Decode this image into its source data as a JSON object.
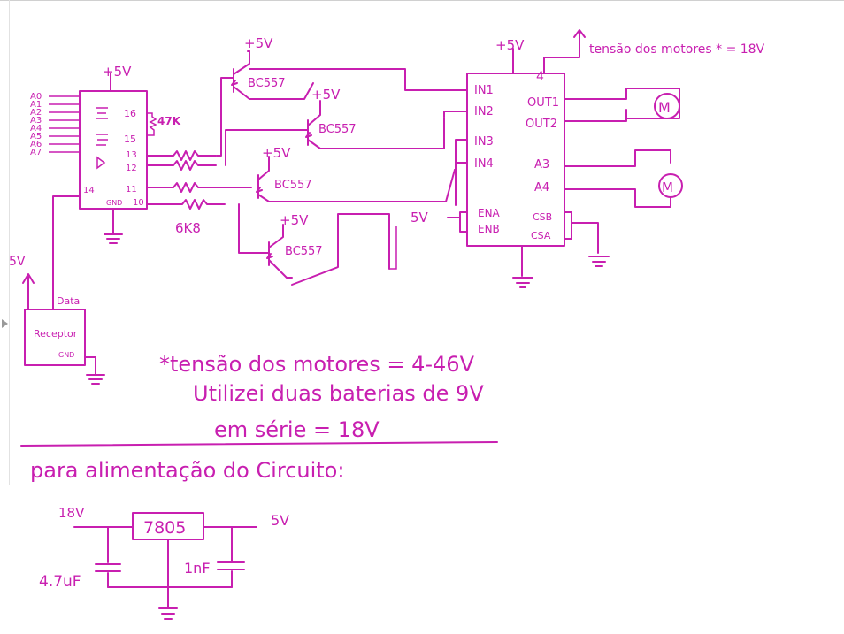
{
  "decoder": {
    "supply": "+5V",
    "address_pins": [
      "A0",
      "A1",
      "A2",
      "A3",
      "A4",
      "A5",
      "A6",
      "A7"
    ],
    "pin_labels": [
      "16",
      "15",
      "13",
      "12",
      "11",
      "10",
      "14"
    ],
    "gnd_label": "GND",
    "resistor_top": "47K",
    "resistor_base": "6K8"
  },
  "transistors": [
    {
      "supply": "+5V",
      "label": "BC557"
    },
    {
      "supply": "+5V",
      "label": "BC557"
    },
    {
      "supply": "+5V",
      "label": "BC557"
    },
    {
      "supply": "+5V",
      "label": "BC557"
    }
  ],
  "driver": {
    "supply": "+5V",
    "pin4": "4",
    "inputs": [
      "IN1",
      "IN2",
      "IN3",
      "IN4"
    ],
    "outputs": [
      "OUT1",
      "OUT2",
      "A3",
      "A4"
    ],
    "enables": [
      "ENA",
      "ENB"
    ],
    "sense": [
      "CSB",
      "CSA"
    ],
    "enable_supply": "5V"
  },
  "motor_supply_note": "tensão dos motores * = 18V",
  "motors": [
    "M",
    "M"
  ],
  "receiver": {
    "supply": "5V",
    "label": "Receptor",
    "data_pin": "Data",
    "gnd_pin": "GND"
  },
  "notes": {
    "line1": "*tensão dos motores = 4-46V",
    "line2": "Utilizei duas baterias de 9V",
    "line3": "em série = 18V",
    "line4": "para alimentação do Circuito:"
  },
  "regulator": {
    "input": "18V",
    "chip": "7805",
    "output": "5V",
    "cap_in": "4.7uF",
    "cap_out": "1nF"
  },
  "colors": {
    "ink": "#c81fb0",
    "background": "#ffffff"
  }
}
